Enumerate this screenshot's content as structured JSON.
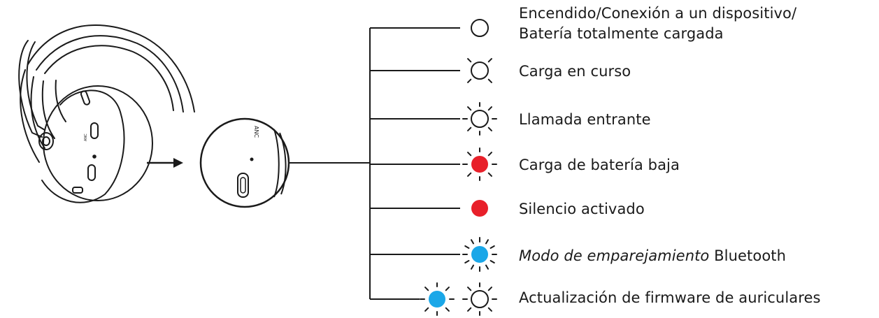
{
  "colors": {
    "line": "#1a1a1a",
    "led_red": "#e8202a",
    "led_blue": "#1aa7e8",
    "led_off": "#ffffff"
  },
  "headset": {
    "port_label": "ANC",
    "port_label_zoom": "ANC"
  },
  "legend": [
    {
      "id": "power",
      "leds": [
        {
          "color": "white",
          "rays": 0
        }
      ],
      "line1": "Encendido/Conexión a un dispositivo/",
      "line2": "Batería totalmente cargada"
    },
    {
      "id": "charging",
      "leds": [
        {
          "color": "white",
          "rays": 4
        }
      ],
      "text": "Carga en curso"
    },
    {
      "id": "incoming-call",
      "leds": [
        {
          "color": "white",
          "rays": 6
        }
      ],
      "text": "Llamada entrante"
    },
    {
      "id": "low-battery",
      "leds": [
        {
          "color": "red",
          "rays": 6
        }
      ],
      "text": "Carga de batería baja"
    },
    {
      "id": "mute",
      "leds": [
        {
          "color": "red",
          "rays": 0
        }
      ],
      "text": "Silencio activado"
    },
    {
      "id": "pairing",
      "leds": [
        {
          "color": "blue",
          "rays": 12
        }
      ],
      "italic": "Modo de emparejamiento",
      "text": " Bluetooth"
    },
    {
      "id": "firmware",
      "leds": [
        {
          "color": "blue",
          "rays": 6
        },
        {
          "color": "white",
          "rays": 6
        }
      ],
      "text": "Actualización de firmware de auriculares"
    }
  ]
}
